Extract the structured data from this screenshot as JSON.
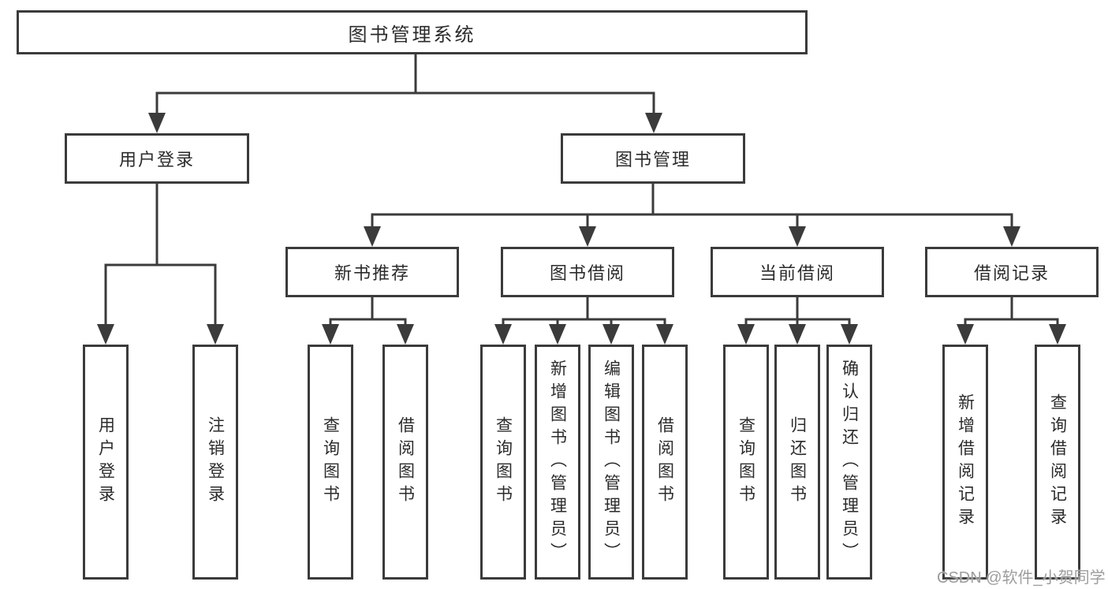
{
  "diagram": {
    "root": {
      "label": "图书管理系统"
    },
    "level2": [
      {
        "id": "user-login",
        "label": "用户登录"
      },
      {
        "id": "book-management",
        "label": "图书管理"
      }
    ],
    "level3": [
      {
        "id": "new-book-recommend",
        "label": "新书推荐"
      },
      {
        "id": "book-borrowing",
        "label": "图书借阅"
      },
      {
        "id": "current-borrowing",
        "label": "当前借阅"
      },
      {
        "id": "borrowing-records",
        "label": "借阅记录"
      }
    ],
    "leaves": {
      "user": [
        "用户登录",
        "注销登录"
      ],
      "recommend": [
        "查询图书",
        "借阅图书"
      ],
      "borrow": [
        "查询图书",
        "新增图书（管理员）",
        "编辑图书（管理员）",
        "借阅图书"
      ],
      "current": [
        "查询图书",
        "归还图书",
        "确认归还（管理员）"
      ],
      "records": [
        "新增借阅记录",
        "查询借阅记录"
      ]
    }
  },
  "watermark": "CSDN @软件_小贺同学",
  "colors": {
    "line": "#3b3b3b",
    "box_border": "#3b3b3b",
    "text": "#2b2b2b",
    "watermark": "#9d9d9d",
    "background": "#ffffff"
  }
}
